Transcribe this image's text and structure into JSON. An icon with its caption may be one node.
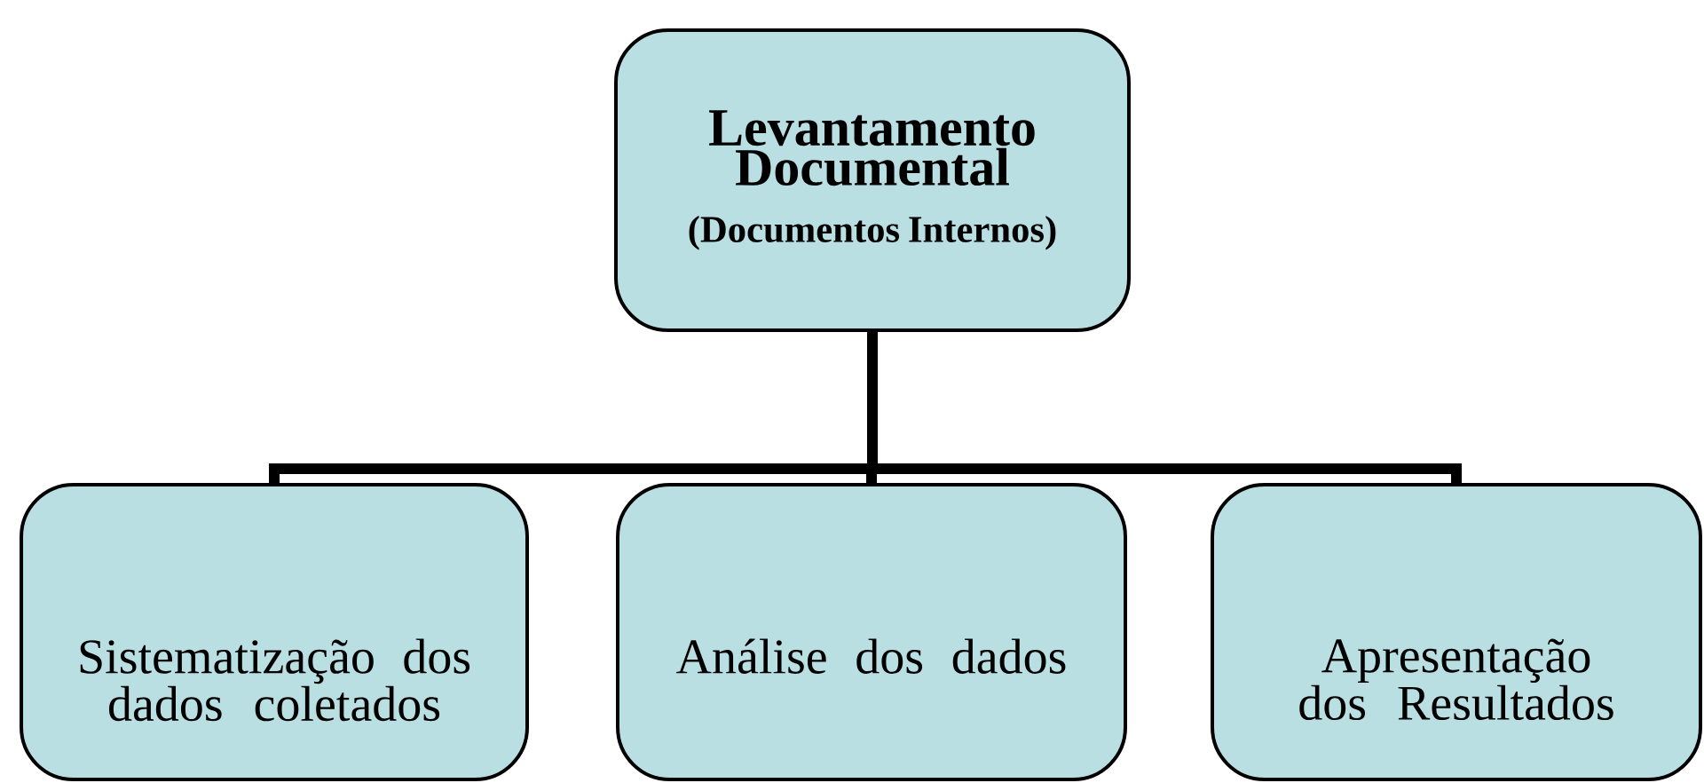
{
  "diagram": {
    "nodes": [
      {
        "text": [
          "Levantamento Documental",
          "(Documentos Internos)"
        ]
      },
      {
        "text": [
          "Sistematização dos dados coletados"
        ]
      },
      {
        "text": [
          "Análise dos dados"
        ]
      },
      {
        "text": [
          "Apresentação dos Resultados"
        ]
      }
    ],
    "edges": [
      {
        "from": 0,
        "to": 1,
        "arrow": "none"
      },
      {
        "from": 0,
        "to": 2,
        "arrow": "none"
      },
      {
        "from": 0,
        "to": 3,
        "arrow": "none"
      }
    ]
  }
}
